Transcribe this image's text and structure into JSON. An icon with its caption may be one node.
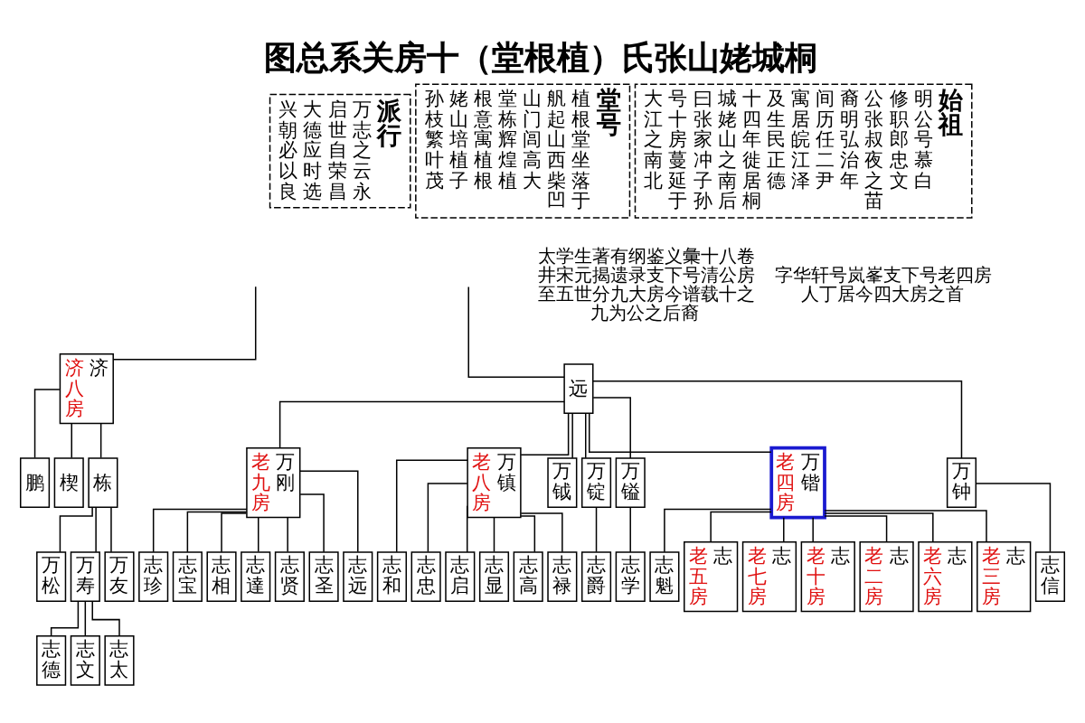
{
  "diagram": {
    "title": "图总系关房十（堂根植）氏张山姥城桐",
    "nodes": [
      {
        "text": [
          "派行",
          "万志之云永",
          "启世自荣昌",
          "大德应时选",
          "兴朝必以良"
        ]
      },
      {
        "text": [
          "堂号",
          "植根堂坐落于",
          "舤起山西柴凹",
          "山门闾高大",
          "堂栋辉煌植",
          "根意寓植根",
          "姥山培植子",
          "孙枝繁叶茂"
        ]
      },
      {
        "text": [
          "始祖",
          "明公号慕白",
          "修职郎忠文",
          "公张叔夜之苗",
          "裔明弘治年",
          "间历任二尹",
          "寓居皖江泽",
          "及生民正德",
          "十四年徙居桐",
          "城姥山之南后",
          "曰张家冲子孙",
          "号十房蔓延于",
          "大江之南北"
        ]
      },
      {
        "text": [
          "济八房",
          "济"
        ]
      },
      {
        "text": [
          "远"
        ]
      },
      {
        "text": [
          "鹏"
        ]
      },
      {
        "text": [
          "楔"
        ]
      },
      {
        "text": [
          "栋"
        ]
      },
      {
        "text": [
          "万松"
        ]
      },
      {
        "text": [
          "万寿"
        ]
      },
      {
        "text": [
          "万友"
        ]
      },
      {
        "text": [
          "志德"
        ]
      },
      {
        "text": [
          "志文"
        ]
      },
      {
        "text": [
          "志太"
        ]
      },
      {
        "text": [
          "老九房",
          "万刚"
        ]
      },
      {
        "text": [
          "老八房",
          "万镇"
        ]
      },
      {
        "text": [
          "万钺"
        ]
      },
      {
        "text": [
          "万锭"
        ]
      },
      {
        "text": [
          "万镒"
        ]
      },
      {
        "text": [
          "老四房",
          "万锴"
        ]
      },
      {
        "text": [
          "万钟"
        ]
      },
      {
        "text": [
          "志珍"
        ]
      },
      {
        "text": [
          "志宝"
        ]
      },
      {
        "text": [
          "志相"
        ]
      },
      {
        "text": [
          "志達"
        ]
      },
      {
        "text": [
          "志贤"
        ]
      },
      {
        "text": [
          "志圣"
        ]
      },
      {
        "text": [
          "志远"
        ]
      },
      {
        "text": [
          "志和"
        ]
      },
      {
        "text": [
          "志忠"
        ]
      },
      {
        "text": [
          "志启"
        ]
      },
      {
        "text": [
          "志显"
        ]
      },
      {
        "text": [
          "志高"
        ]
      },
      {
        "text": [
          "志禄"
        ]
      },
      {
        "text": [
          "志爵"
        ]
      },
      {
        "text": [
          "志学"
        ]
      },
      {
        "text": [
          "志魁"
        ]
      },
      {
        "text": [
          "老五房",
          "志"
        ]
      },
      {
        "text": [
          "老七房",
          "志"
        ]
      },
      {
        "text": [
          "老十房",
          "志"
        ]
      },
      {
        "text": [
          "老二房",
          "志"
        ]
      },
      {
        "text": [
          "老六房",
          "志"
        ]
      },
      {
        "text": [
          "老三房",
          "志"
        ]
      },
      {
        "text": [
          "志信"
        ]
      }
    ],
    "edges": [
      {
        "from": null,
        "to": 3,
        "arrow": "none"
      },
      {
        "from": null,
        "to": 4,
        "arrow": "none"
      },
      {
        "from": 3,
        "to": 5,
        "arrow": "none"
      },
      {
        "from": 3,
        "to": 6,
        "arrow": "none"
      },
      {
        "from": 3,
        "to": 7,
        "arrow": "none"
      },
      {
        "from": 7,
        "to": 8,
        "arrow": "none"
      },
      {
        "from": 7,
        "to": 9,
        "arrow": "none"
      },
      {
        "from": 7,
        "to": 10,
        "arrow": "none"
      },
      {
        "from": 9,
        "to": 11,
        "arrow": "none"
      },
      {
        "from": 9,
        "to": 12,
        "arrow": "none"
      },
      {
        "from": 9,
        "to": 13,
        "arrow": "none"
      },
      {
        "from": 4,
        "to": 14,
        "arrow": "none"
      },
      {
        "from": 4,
        "to": 15,
        "arrow": "none"
      },
      {
        "from": 4,
        "to": 16,
        "arrow": "none"
      },
      {
        "from": 4,
        "to": 17,
        "arrow": "none"
      },
      {
        "from": 4,
        "to": 18,
        "arrow": "none"
      },
      {
        "from": 4,
        "to": 19,
        "arrow": "none"
      },
      {
        "from": 4,
        "to": 20,
        "arrow": "none"
      },
      {
        "from": 14,
        "to": 21,
        "arrow": "none"
      },
      {
        "from": 14,
        "to": 22,
        "arrow": "none"
      },
      {
        "from": 14,
        "to": 23,
        "arrow": "none"
      },
      {
        "from": 14,
        "to": 24,
        "arrow": "none"
      },
      {
        "from": 14,
        "to": 25,
        "arrow": "none"
      },
      {
        "from": 14,
        "to": 26,
        "arrow": "none"
      },
      {
        "from": 14,
        "to": 27,
        "arrow": "none"
      },
      {
        "from": 15,
        "to": 28,
        "arrow": "none"
      },
      {
        "from": 15,
        "to": 29,
        "arrow": "none"
      },
      {
        "from": 15,
        "to": 30,
        "arrow": "none"
      },
      {
        "from": 15,
        "to": 31,
        "arrow": "none"
      },
      {
        "from": 15,
        "to": 32,
        "arrow": "none"
      },
      {
        "from": 15,
        "to": 33,
        "arrow": "none"
      },
      {
        "from": 17,
        "to": 34,
        "arrow": "none"
      },
      {
        "from": 18,
        "to": 35,
        "arrow": "none"
      },
      {
        "from": 19,
        "to": 36,
        "arrow": "none"
      },
      {
        "from": 19,
        "to": 37,
        "arrow": "none"
      },
      {
        "from": 19,
        "to": 38,
        "arrow": "none"
      },
      {
        "from": 19,
        "to": 39,
        "arrow": "none"
      },
      {
        "from": 19,
        "to": 40,
        "arrow": "none"
      },
      {
        "from": 19,
        "to": 41,
        "arrow": "none"
      },
      {
        "from": 19,
        "to": 42,
        "arrow": "none"
      },
      {
        "from": 20,
        "to": 43,
        "arrow": "none"
      }
    ],
    "labels": [
      "太学生著有纲鉴义彙十八卷井宋元揭遗录支下号清公房至五世分九大房今谱载十之九为公之后裔",
      "字华轩号岚峯支下号老四房人丁居今四大房之首"
    ]
  }
}
